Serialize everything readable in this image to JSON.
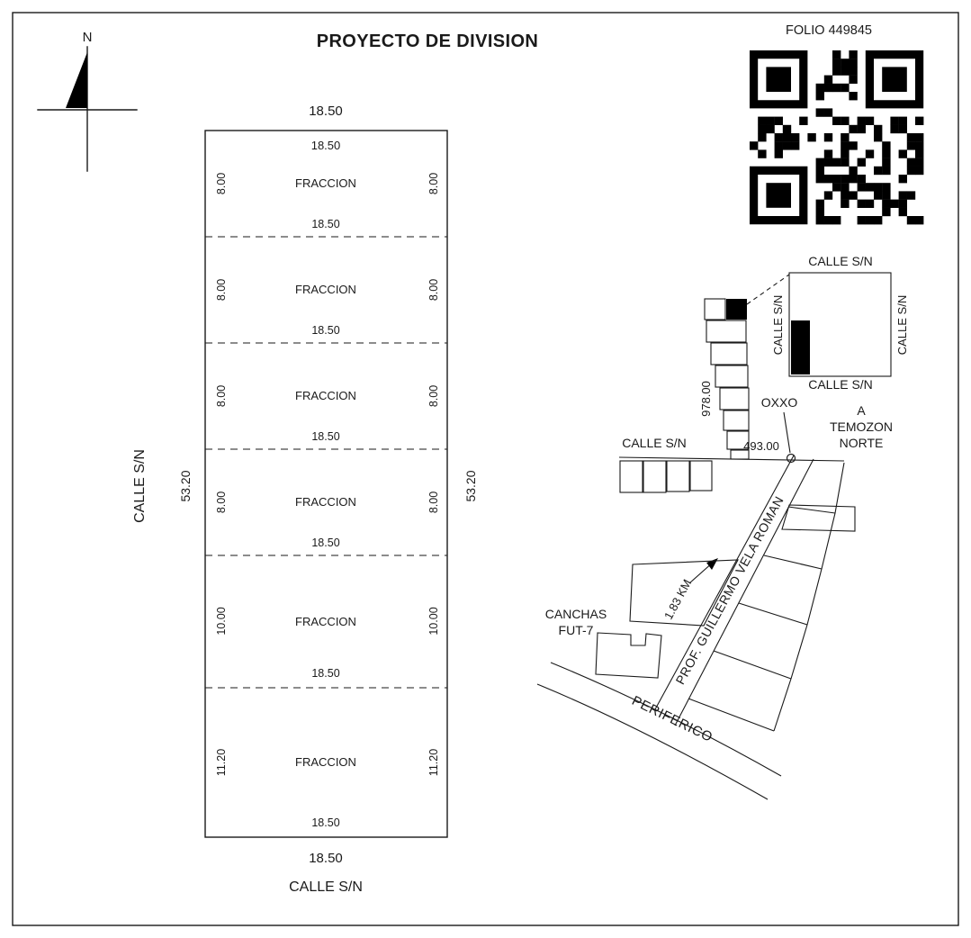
{
  "title": "PROYECTO DE DIVISION",
  "folio": "FOLIO 449845",
  "compass": {
    "north_label": "N"
  },
  "parcel": {
    "street_left": "CALLE S/N",
    "street_bottom": "CALLE S/N",
    "dim_top_outer": "18.50",
    "dim_top_inner": "18.50",
    "dim_bottom_outer": "18.50",
    "dim_left_total": "53.20",
    "dim_right_total": "53.20",
    "fractions": [
      {
        "label": "FRACCION",
        "dim_left": "8.00",
        "dim_right": "8.00",
        "dim_bottom": "18.50"
      },
      {
        "label": "FRACCION",
        "dim_left": "8.00",
        "dim_right": "8.00",
        "dim_bottom": "18.50"
      },
      {
        "label": "FRACCION",
        "dim_left": "8.00",
        "dim_right": "8.00",
        "dim_bottom": "18.50"
      },
      {
        "label": "FRACCION",
        "dim_left": "8.00",
        "dim_right": "8.00",
        "dim_bottom": "18.50"
      },
      {
        "label": "FRACCION",
        "dim_left": "10.00",
        "dim_right": "10.00",
        "dim_bottom": "18.50"
      },
      {
        "label": "FRACCION",
        "dim_left": "11.20",
        "dim_right": "11.20",
        "dim_bottom": "18.50"
      }
    ]
  },
  "location_map": {
    "street_top": "CALLE S/N",
    "street_block_left": "CALLE S/N",
    "street_block_right": "CALLE S/N",
    "street_block_bottom": "CALLE S/N",
    "street_west": "CALLE S/N",
    "dim_strip": "978.00",
    "dim_street": "493.00",
    "oxxo_label": "OXXO",
    "destination_line1": "A",
    "destination_line2": "TEMOZON",
    "destination_line3": "NORTE",
    "road_main": "PROF. GUILLERMO VELA ROMAN",
    "distance_label": "1.83 KM",
    "canchas_line1": "CANCHAS",
    "canchas_line2": "FUT-7",
    "road_periferico": "PERIFERICO"
  }
}
